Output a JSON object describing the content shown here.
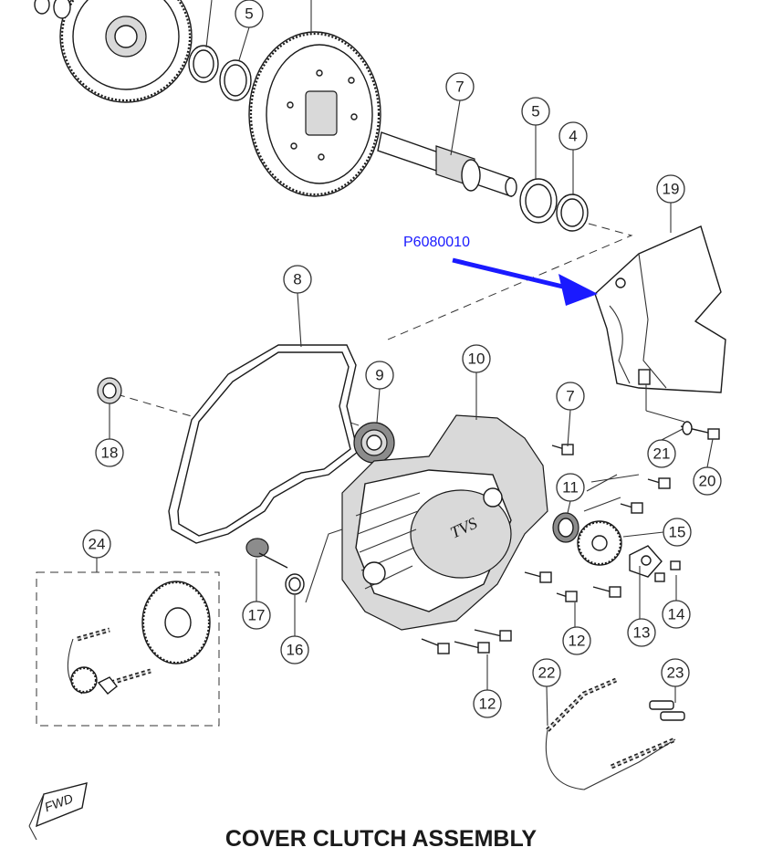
{
  "title": "COVER CLUTCH ASSEMBLY",
  "reference_code": "P6080010",
  "fwd_label": "FWD",
  "callouts": [
    {
      "id": "c5a",
      "label": "5"
    },
    {
      "id": "c7a",
      "label": "7"
    },
    {
      "id": "c5b",
      "label": "5"
    },
    {
      "id": "c4",
      "label": "4"
    },
    {
      "id": "c19",
      "label": "19"
    },
    {
      "id": "c8",
      "label": "8"
    },
    {
      "id": "c9",
      "label": "9"
    },
    {
      "id": "c10",
      "label": "10"
    },
    {
      "id": "c7b",
      "label": "7"
    },
    {
      "id": "c18",
      "label": "18"
    },
    {
      "id": "c21",
      "label": "21"
    },
    {
      "id": "c20",
      "label": "20"
    },
    {
      "id": "c11",
      "label": "11"
    },
    {
      "id": "c15",
      "label": "15"
    },
    {
      "id": "c24",
      "label": "24"
    },
    {
      "id": "c17",
      "label": "17"
    },
    {
      "id": "c16",
      "label": "16"
    },
    {
      "id": "c14",
      "label": "14"
    },
    {
      "id": "c13",
      "label": "13"
    },
    {
      "id": "c12a",
      "label": "12"
    },
    {
      "id": "c22",
      "label": "22"
    },
    {
      "id": "c23",
      "label": "23"
    },
    {
      "id": "c12b",
      "label": "12"
    }
  ],
  "colors": {
    "arrow": "#1a1aff",
    "reference_code": "#1a1aff",
    "line": "#1a1a1a"
  }
}
